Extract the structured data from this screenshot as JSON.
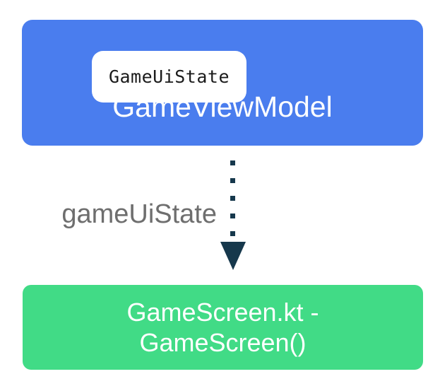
{
  "diagram": {
    "background_color": "#ffffff",
    "viewmodel_box": {
      "label": "GameViewModel",
      "color": "#4A7DEE",
      "text_color": "#ffffff"
    },
    "uistate_chip": {
      "label": "GameUiState",
      "color": "#ffffff",
      "text_color": "#1a1a1a"
    },
    "arrow": {
      "label": "gameUiState",
      "label_color": "#6E6E6E",
      "color": "#16384C",
      "style": "dotted",
      "direction": "down",
      "from": "GameViewModel",
      "to": "GameScreen()"
    },
    "screen_box": {
      "label_line1": "GameScreen.kt -",
      "label_line2": "GameScreen()",
      "color": "#41DB86",
      "text_color": "#ffffff"
    }
  }
}
